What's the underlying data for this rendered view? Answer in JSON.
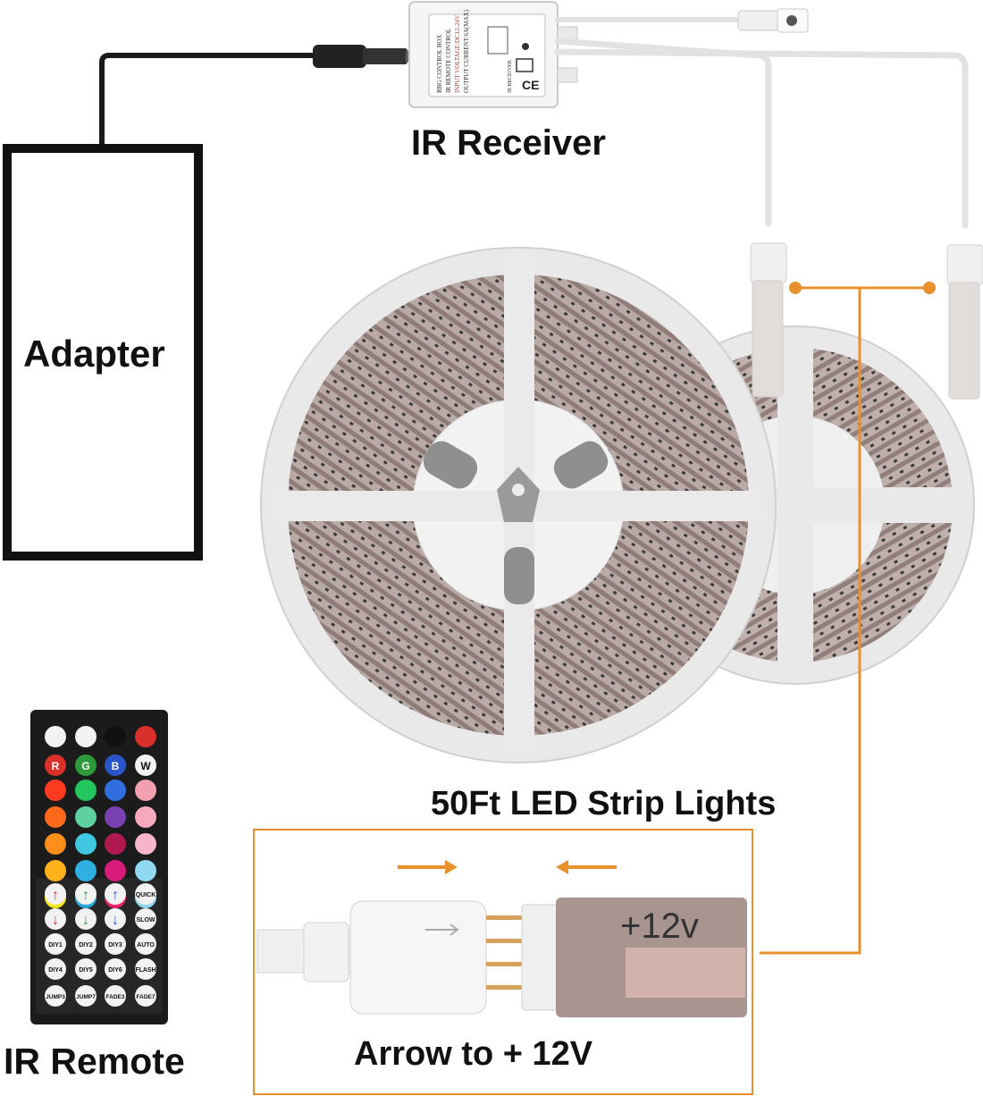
{
  "labels": {
    "ir_receiver": "IR Receiver",
    "adapter": "Adapter",
    "strip_lights": "50Ft LED Strip Lights",
    "arrow_note": "Arrow to + 12V",
    "ir_remote": "IR Remote",
    "plus_12v": "+12v"
  },
  "receiver_box_text": [
    "RBG CONTROL BOX",
    "IR REMOTE CONTROL",
    "INPUT VOLTAGE:DC12-24V",
    "OUTPUT CURRENT:6A(MAX)"
  ],
  "receiver_side_text": "IR RECEIVER",
  "remote": {
    "top_row_icons": [
      "brightness-up-icon",
      "brightness-down-icon",
      "play-pause-icon",
      "power-icon"
    ],
    "color_row_letters": [
      "R",
      "G",
      "B",
      "W"
    ],
    "color_grid": [
      [
        "#ff3b1f",
        "#22c55e",
        "#2f6fe0",
        "#f2a0b0"
      ],
      [
        "#ff6a1a",
        "#5fd1a0",
        "#7a3fb0",
        "#f7a9c0"
      ],
      [
        "#ff8f1a",
        "#3fc8e0",
        "#b01850",
        "#f6b5c8"
      ],
      [
        "#ffb21a",
        "#2fb0e0",
        "#d81b78",
        "#8fd8f0"
      ],
      [
        "#f5e81a",
        "#2aa8d8",
        "#e8206a",
        "#8fd8f0"
      ]
    ],
    "arrow_rows": [
      {
        "arrows": [
          "up",
          "up",
          "up"
        ],
        "colors": [
          "#d9302a",
          "#2e9a3a",
          "#2a55c8"
        ],
        "side": "QUICK"
      },
      {
        "arrows": [
          "down",
          "down",
          "down"
        ],
        "colors": [
          "#d9302a",
          "#2e9a3a",
          "#2a55c8"
        ],
        "side": "SLOW"
      }
    ],
    "diy_rows": [
      {
        "buttons": [
          "DIY1",
          "DIY2",
          "DIY3"
        ],
        "side": "AUTO"
      },
      {
        "buttons": [
          "DIY4",
          "DIY5",
          "DIY6"
        ],
        "side": "FLASH"
      }
    ],
    "bottom_row": [
      "JUMP3",
      "JUMP7",
      "FADE3",
      "FADE7"
    ]
  },
  "colors": {
    "accent_orange": "#e8902c",
    "adapter_border": "#111111",
    "cable_white": "#f2f2f2",
    "reel_fill": "#e9e9e9",
    "strip_tint": "#a99590"
  }
}
